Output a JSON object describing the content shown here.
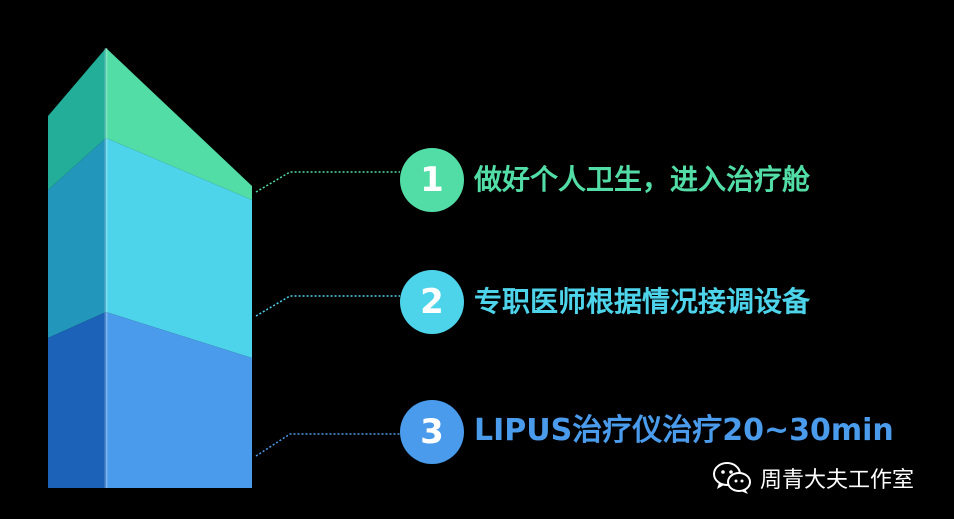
{
  "steps": [
    {
      "number": "1",
      "text": "做好个人卫生，进入治疗舱",
      "color": "#52DDA6"
    },
    {
      "number": "2",
      "text": "专职医师根据情况接调设备",
      "color": "#4DD4EA"
    },
    {
      "number": "3",
      "text": "LIPUS治疗仪治疗20~30min",
      "color": "#4A9BEB"
    }
  ],
  "colors": {
    "background": "#000000",
    "green_front": "#52DDA6",
    "green_side": "#22AE98",
    "cyan_front": "#4DD4EA",
    "cyan_side": "#2396BB",
    "blue_front": "#4A9BEB",
    "blue_side": "#1C62B8"
  },
  "footer": {
    "icon": "wechat-icon",
    "text": "周青大夫工作室"
  }
}
